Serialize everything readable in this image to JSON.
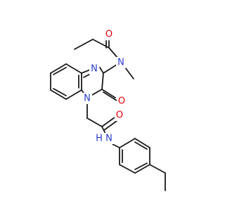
{
  "structure": {
    "atom_labels": [
      {
        "id": "O1",
        "text": "O",
        "element": "oxygen",
        "color": "#e8000b"
      },
      {
        "id": "N1",
        "text": "N",
        "element": "nitrogen",
        "color": "#2a3bd4"
      },
      {
        "id": "N2",
        "text": "N",
        "element": "nitrogen",
        "color": "#2a3bd4"
      },
      {
        "id": "O2",
        "text": "O",
        "element": "oxygen",
        "color": "#e8000b"
      },
      {
        "id": "N3",
        "text": "N",
        "element": "nitrogen",
        "color": "#2a3bd4"
      },
      {
        "id": "O3",
        "text": "O",
        "element": "oxygen",
        "color": "#e8000b"
      },
      {
        "id": "NH",
        "text": "N",
        "element": "nitrogen",
        "color": "#2a3bd4"
      },
      {
        "id": "Hh",
        "text": "H",
        "element": "hydrogen",
        "color": "#2a3bd4"
      }
    ],
    "bond_color": "#1a1a1a",
    "background": "#ffffff"
  }
}
